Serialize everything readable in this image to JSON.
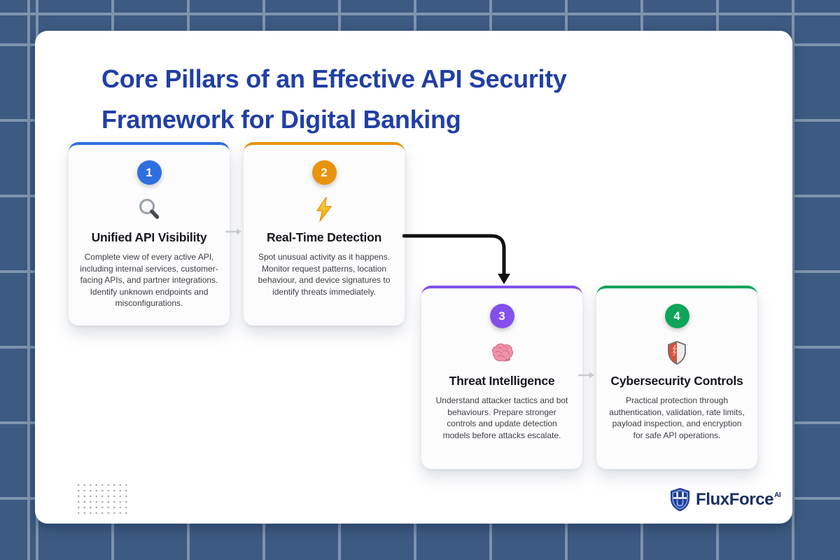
{
  "title": {
    "line1": "Core Pillars of an Effective API Security",
    "line2": "Framework for Digital Banking"
  },
  "cards": [
    {
      "number": "1",
      "accent": "#2E6FDF",
      "icon": "magnifier-icon",
      "title": "Unified API Visibility",
      "body": "Complete view of every active API, including internal services, customer-facing APIs, and partner integrations. Identify unknown endpoints and misconfigurations."
    },
    {
      "number": "2",
      "accent": "#E8930C",
      "icon": "lightning-icon",
      "title": "Real-Time Detection",
      "body": "Spot unusual activity as it happens. Monitor request patterns, location behaviour, and device signatures to identify threats immediately."
    },
    {
      "number": "3",
      "accent": "#8450EC",
      "icon": "brain-icon",
      "title": "Threat Intelligence",
      "body": "Understand attacker tactics and bot behaviours. Prepare stronger controls and update detection models before attacks escalate."
    },
    {
      "number": "4",
      "accent": "#0EA55B",
      "icon": "shield-icon",
      "title": "Cybersecurity Controls",
      "body": "Practical protection through authentication, validation, rate limits, payload inspection, and encryption for safe API operations."
    }
  ],
  "logo": {
    "name": "FluxForce",
    "superscript": "AI"
  },
  "colors": {
    "background": "#3D5A82",
    "grid_line": "#7E94AE",
    "canvas": "#FFFFFF",
    "title_text": "#213FA5",
    "card_body_text": "#3D3D46",
    "connector_gray": "#C7C9CC",
    "flow_arrow_black": "#111111",
    "logo_navy": "#1C2E66"
  }
}
